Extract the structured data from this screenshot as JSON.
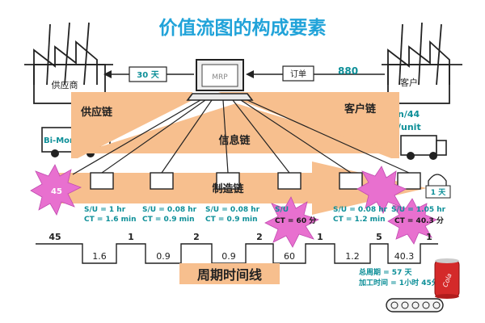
{
  "title": "价值流图的构成要素",
  "colors": {
    "title": "#21a3d9",
    "teal": "#0d8f98",
    "arrow": "#f7bf8e",
    "burst": "#e870cf",
    "burst_text": "#1a1a1a"
  },
  "supplier": {
    "label": "供应商",
    "truck_label": "Bi-Mon"
  },
  "customer": {
    "label": "客户",
    "demand_line1": "n/44",
    "demand_line2": "/unit"
  },
  "mrp": {
    "label": "MRP",
    "supplier_msg": "30 天",
    "customer_msg": "订单",
    "customer_qty": "880"
  },
  "chains": {
    "supply": "供应链",
    "customer": "客户链",
    "info": "信息链",
    "manufacturing": "制造链"
  },
  "inventory": {
    "first": "45",
    "last": "1 天"
  },
  "processes": [
    {
      "su": "S/U = 1 hr",
      "ct": "CT = 1.6 min"
    },
    {
      "su": "S/U = 0.08 hr",
      "ct": "CT = 0.9 min"
    },
    {
      "su": "S/U = 0.08 hr",
      "ct": "CT = 0.9 min"
    },
    {
      "su": "S/U",
      "ct": "CT = 60 分"
    },
    {
      "su": "S/U = 0.08 hr",
      "ct": "CT = 1.2 min"
    },
    {
      "su": "S/U = 1.05 hr",
      "ct": "CT = 40.3 分"
    }
  ],
  "timeline": {
    "top": [
      "45",
      "1",
      "2",
      "2",
      "1",
      "5",
      "1"
    ],
    "bottom": [
      "1.6",
      "0.9",
      "0.9",
      "60",
      "1.2",
      "40.3"
    ],
    "label": "周期时间线",
    "total": "总周期 = 57 天",
    "processing": "加工时间 = 1小时 45分"
  },
  "can_label": "Cola"
}
